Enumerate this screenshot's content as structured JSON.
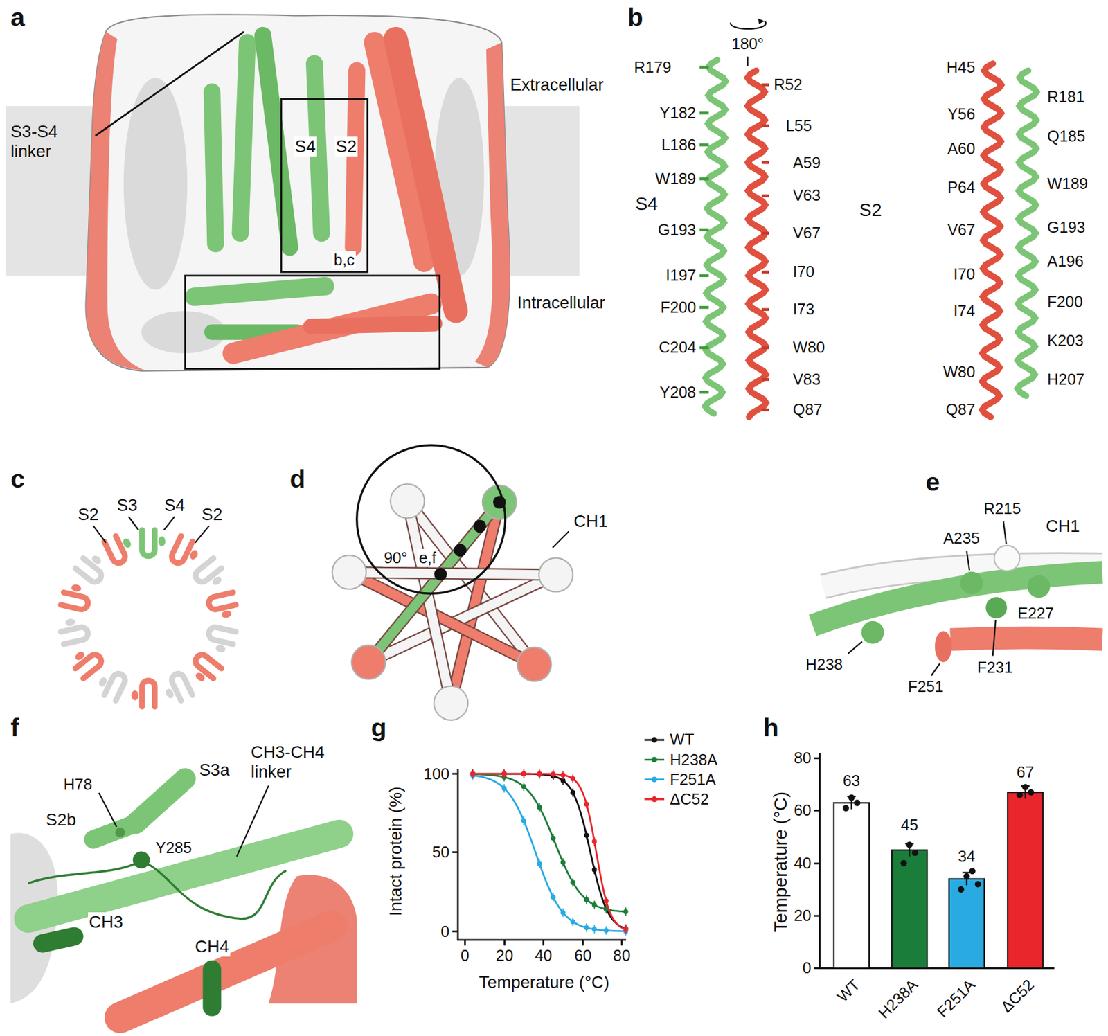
{
  "diagram": {
    "labels": [
      "a",
      "b",
      "c",
      "d",
      "e",
      "f",
      "g",
      "h",
      "S3-S4 linker",
      "Extracellular",
      "Intracellular",
      "S4",
      "S2",
      "b,c",
      "180°",
      "R179",
      "Y182",
      "L186",
      "W189",
      "G193",
      "I197",
      "F200",
      "C204",
      "Y208",
      "R52",
      "L55",
      "A59",
      "V63",
      "V67",
      "I70",
      "I73",
      "W80",
      "V83",
      "Q87",
      "S4",
      "S2",
      "H45",
      "Y56",
      "A60",
      "P64",
      "V67",
      "I70",
      "I74",
      "W80",
      "Q87",
      "R181",
      "Q185",
      "W189",
      "G193",
      "A196",
      "F200",
      "K203",
      "H207",
      "S2",
      "S3",
      "S4",
      "S2",
      "CH1",
      "90°",
      "e,f",
      "A235",
      "R215",
      "CH1",
      "E227",
      "F231",
      "H238",
      "F251",
      "H78",
      "S3a",
      "S2b",
      "Y285",
      "CH3-CH4 linker",
      "CH3",
      "CH4",
      "Intact protein (%)",
      "100",
      "50",
      "0",
      "0",
      "20",
      "40",
      "60",
      "80",
      "Temperature (°C)",
      "Temperature (°C)",
      "80",
      "60",
      "40",
      "20",
      "0",
      "63",
      "45",
      "34",
      "67",
      "WT",
      "H238A",
      "F251A",
      "ΔC52"
    ],
    "legend": [
      {
        "text": "WT"
      },
      {
        "text": "H238A"
      },
      {
        "text": "F251A"
      },
      {
        "text": "ΔC52"
      }
    ]
  }
}
